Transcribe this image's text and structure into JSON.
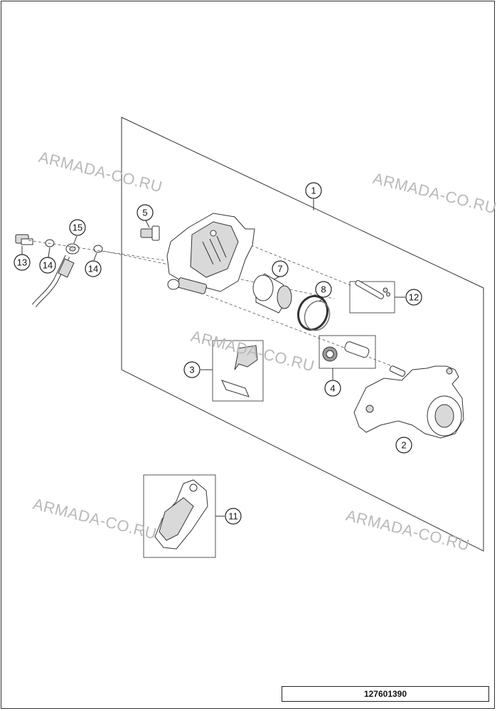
{
  "watermark": {
    "text": "ARMADA-CO.RU"
  },
  "callouts": {
    "c1": "1",
    "c2": "2",
    "c3": "3",
    "c4": "4",
    "c5": "5",
    "c7": "7",
    "c8": "8",
    "c11": "11",
    "c12": "12",
    "c13": "13",
    "c14a": "14",
    "c14b": "14",
    "c15": "15"
  },
  "document": {
    "number": "127601390"
  }
}
